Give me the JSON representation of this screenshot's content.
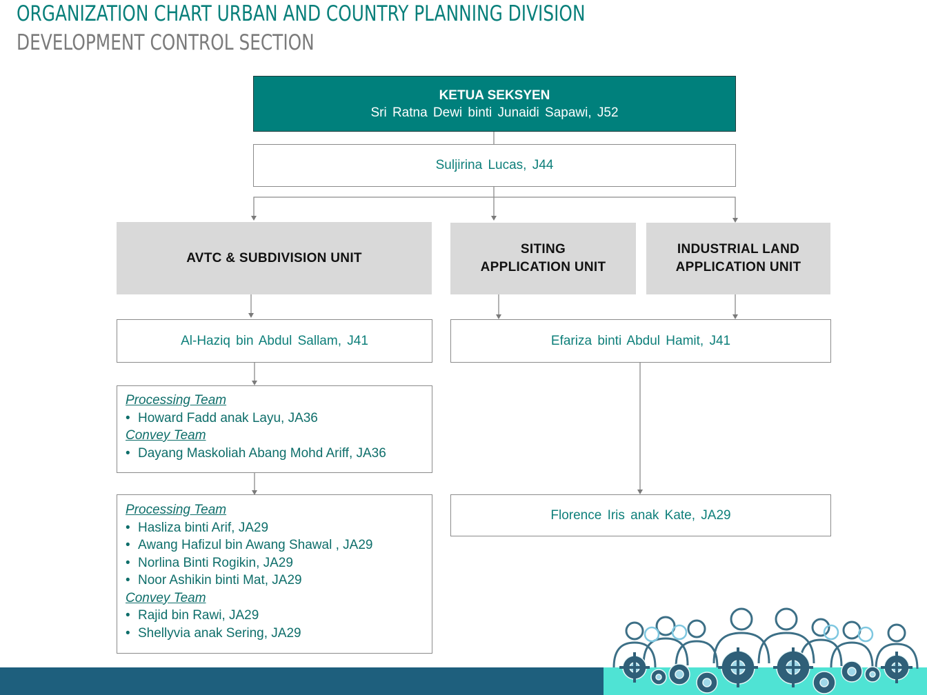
{
  "header": {
    "title": "ORGANIZATION CHART URBAN AND COUNTRY PLANNING DIVISION",
    "subtitle": "DEVELOPMENT CONTROL SECTION"
  },
  "head": {
    "role": "KETUA SEKSYEN",
    "name": "Sri Ratna Dewi binti Junaidi Sapawi, J52"
  },
  "assistant": {
    "name": "Suljirina Lucas, J44"
  },
  "units": {
    "avtc": "AVTC & SUBDIVISION UNIT",
    "siting_line1": "SITING",
    "siting_line2": "APPLICATION UNIT",
    "industrial_line1": "INDUSTRIAL LAND",
    "industrial_line2": "APPLICATION UNIT"
  },
  "officers": {
    "avtc": "Al-Haziq bin Abdul Sallam, J41",
    "siting_industrial": "Efariza binti Abdul Hamit, J41",
    "siting_assistant": "Florence Iris anak Kate, JA29"
  },
  "ja36_box": {
    "processing_label": "Processing Team",
    "processing_members": [
      "Howard Fadd anak Layu, JA36"
    ],
    "convey_label": "Convey Team",
    "convey_members": [
      "Dayang Maskoliah Abang Mohd Ariff, JA36"
    ]
  },
  "ja29_box": {
    "processing_label": "Processing Team",
    "processing_members": [
      "Hasliza binti Arif, JA29",
      "Awang Hafizul bin Awang Shawal , JA29",
      "Norlina Binti Rogikin, JA29",
      "Noor Ashikin binti Mat, JA29"
    ],
    "convey_label": "Convey Team",
    "convey_members": [
      "Rajid bin Rawi, JA29",
      "Shellyvia anak Sering, JA29"
    ]
  },
  "colors": {
    "teal": "#00807c",
    "teal_text": "#0e7f7a",
    "unit_grey": "#d9d9d9",
    "footer_blue": "#1e5f7d",
    "footer_aqua": "#4fe3d4"
  },
  "decoration": {
    "icon": "team-gears-icon"
  }
}
